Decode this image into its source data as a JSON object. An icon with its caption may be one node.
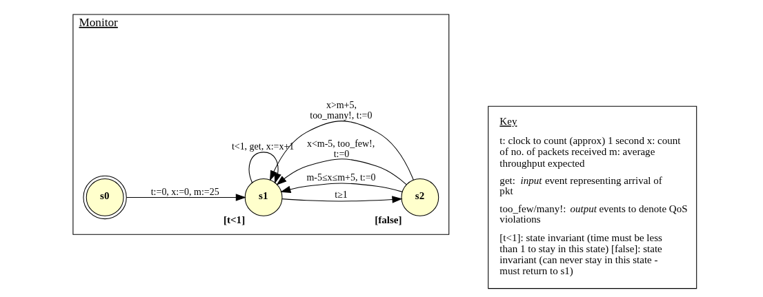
{
  "diagram": {
    "nodes": [
      {
        "text": [
          "Monitor"
        ]
      },
      {
        "text": [
          "s0"
        ],
        "in": 0
      },
      {
        "text": [
          "s1"
        ],
        "in": 0,
        "beside": [
          "[t<1]"
        ]
      },
      {
        "text": [
          "s2"
        ],
        "in": 0,
        "beside": [
          "[false]"
        ]
      },
      {
        "text": [
          "Key",
          "t: clock to count (approx) 1 second x: count of no. of packets received m: average throughput expected",
          "get: *input* event representing arrival of pkt",
          "too_few/many!: *output* events to denote QoS violations",
          "[t<1]: state invariant (time must be less than 1 to stay in this state) [false]: state invariant (can never stay in this state - must return to s1)"
        ]
      }
    ],
    "edges": [
      {
        "from": 1,
        "to": 2,
        "arrow": "to",
        "label": "t:=0, x:=0, m:=25"
      },
      {
        "from": 2,
        "to": 2,
        "arrow": "to",
        "label": "t<1, get, x:=x+1"
      },
      {
        "from": 2,
        "to": 3,
        "arrow": "to",
        "label": "t≥1"
      },
      {
        "from": 3,
        "to": 2,
        "arrow": "to",
        "label": "m-5≤x≤m+5, t:=0"
      },
      {
        "from": 3,
        "to": 2,
        "arrow": "to",
        "label": "x<m-5, too_few!, t:=0"
      },
      {
        "from": 3,
        "to": 2,
        "arrow": "to",
        "label": "x>m+5, too_many!, t:=0"
      }
    ]
  }
}
